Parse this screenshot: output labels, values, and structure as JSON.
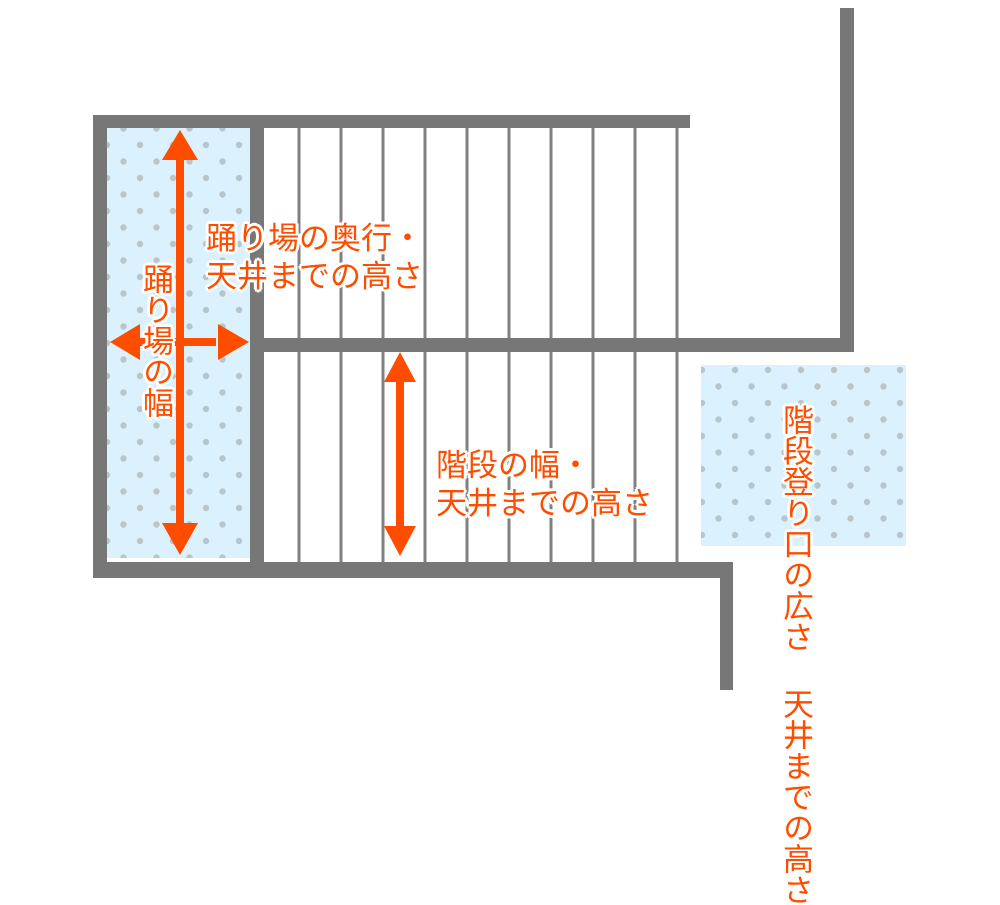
{
  "diagram": {
    "title": "Stair plan with landing",
    "colors": {
      "wall": "#777777",
      "tread_line": "#808080",
      "zone_fill": "#dbf1fd",
      "zone_dot": "#b8c6cc",
      "arrow": "#ff4d00",
      "label": "#ff4d00"
    },
    "stair_flights": {
      "upper_tread_count": 10,
      "lower_tread_count": 10
    },
    "labels": {
      "landing_depth": {
        "line1": "踊り場の奥行・",
        "line2": "天井までの高さ"
      },
      "landing_width": {
        "text": "踊り場の幅"
      },
      "stair_width": {
        "line1": "階段の幅・",
        "line2": "天井までの高さ"
      },
      "entrance": {
        "col1": "階段登り口の広さ",
        "col2": "天井までの高さ"
      }
    },
    "icons": {
      "landing_vertical_arrow": "double-arrow-vertical-icon",
      "landing_horizontal_arrow": "double-arrow-horizontal-icon",
      "stair_vertical_arrow": "double-arrow-vertical-icon"
    }
  }
}
